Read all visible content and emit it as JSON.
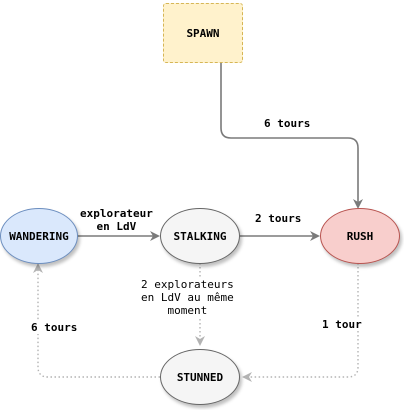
{
  "nodes": {
    "spawn": {
      "label": "SPAWN",
      "fill": "#fff2cc",
      "stroke": "#d6b656"
    },
    "wandering": {
      "label": "WANDERING",
      "fill": "#dae8fc",
      "stroke": "#6c8ebf"
    },
    "stalking": {
      "label": "STALKING",
      "fill": "#f5f5f5",
      "stroke": "#666666"
    },
    "rush": {
      "label": "RUSH",
      "fill": "#f8cecc",
      "stroke": "#b85450"
    },
    "stunned": {
      "label": "STUNNED",
      "fill": "#f5f5f5",
      "stroke": "#666666"
    }
  },
  "edges": {
    "spawn_to_rush": {
      "label": "6 tours"
    },
    "wandering_to_stalking": {
      "label_line1": "explorateur",
      "label_line2": "en LdV"
    },
    "stalking_to_rush": {
      "label": "2 tours"
    },
    "stalking_to_stunned": {
      "label_line1": "2 explorateurs",
      "label_line2": "en LdV au même",
      "label_line3": "moment"
    },
    "rush_to_stunned": {
      "label": "1 tour"
    },
    "stunned_to_wandering": {
      "label": "6 tours"
    }
  },
  "colors": {
    "solid_edge": "#7a7a7a",
    "dotted_edge": "#b3b3b3"
  }
}
